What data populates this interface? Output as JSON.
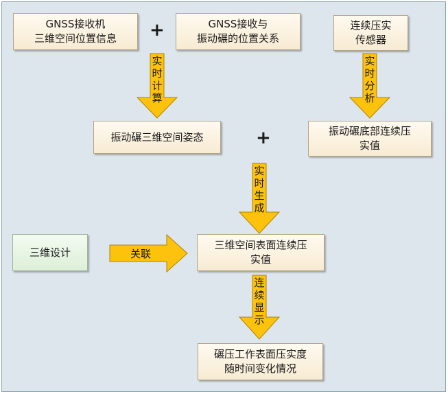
{
  "boxes": {
    "gnss_info": "GNSS接收机\n三维空间位置信息",
    "gnss_relation": "GNSS接收与\n振动碾的位置关系",
    "sensor": "连续压实\n传感器",
    "roller_posture": "振动碾三维空间姿态",
    "bottom_value": "振动碾底部连续压\n实值",
    "design_3d": "三维设计",
    "surface_value": "三维空间表面连续压\n实值",
    "final_display": "碾压工作表面压实度\n随时间变化情况"
  },
  "operators": {
    "plus_top": "+",
    "plus_mid": "+"
  },
  "arrows": {
    "realtime_calc": "实时计算",
    "realtime_analysis": "实时分析",
    "realtime_generate": "实时生成",
    "link": "关联",
    "continuous_display": "连续显示"
  },
  "colors": {
    "arrow_fill": "#fdc20c",
    "box_fill": "#f7ebd2",
    "design_box_fill": "#dcefd8",
    "background": "#dde6ec"
  }
}
